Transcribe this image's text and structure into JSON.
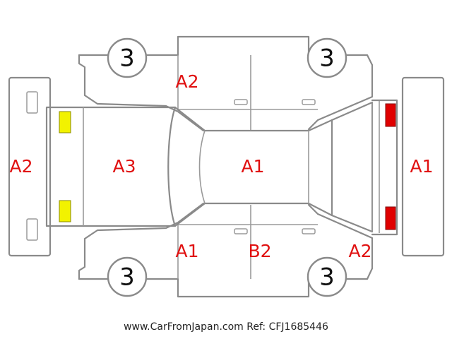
{
  "colors": {
    "damage_code": "#e01010",
    "outline": "#8a8a8a",
    "front_lamp": "#f2f200",
    "rear_lamp": "#e00000"
  },
  "labels": {
    "front_bumper": "A2",
    "hood": "A3",
    "roof": "A1",
    "rear_bumper": "A1",
    "top_front_door": "A2",
    "bottom_front_door": "A1",
    "bottom_rear_door": "B2",
    "bottom_rear_quarter": "A2"
  },
  "wheels": {
    "top_left": "3",
    "top_right": "3",
    "bottom_left": "3",
    "bottom_right": "3"
  },
  "footer_text": "www.CarFromJapan.com Ref: CFJ1685446"
}
